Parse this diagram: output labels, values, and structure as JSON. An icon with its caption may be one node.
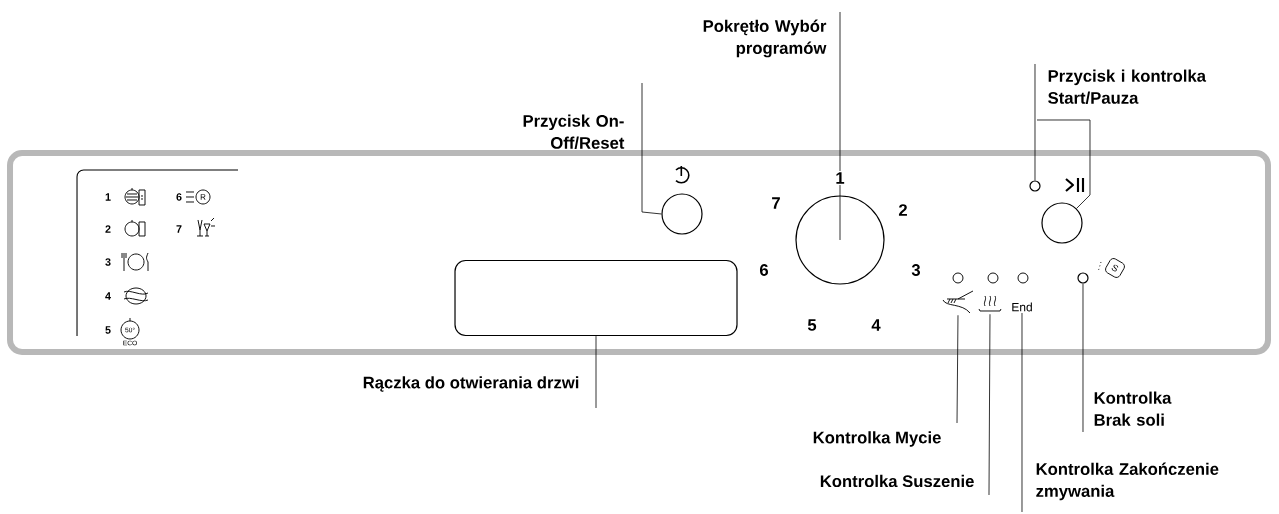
{
  "diagram": {
    "nodes": [
      {
        "text": [
          "Przycisk On-Off/Reset"
        ]
      },
      {
        "text": [],
        "shape": "circle"
      },
      {
        "text": [
          "Pokrętło Wybór programów"
        ]
      },
      {
        "text": [],
        "shape": "circle"
      },
      {
        "text": [
          "Przycisk i kontrolka Start/Pauza"
        ]
      },
      {
        "text": [],
        "shape": "circle"
      },
      {
        "text": [],
        "shape": "circle"
      },
      {
        "text": [
          "Rączka do otwierania drzwi"
        ]
      },
      {
        "text": [],
        "shape": "box"
      },
      {
        "text": [
          "Kontrolka Mycie"
        ]
      },
      {
        "text": [],
        "shape": "symbol"
      },
      {
        "text": [
          "Kontrolka Suszenie"
        ]
      },
      {
        "text": [],
        "shape": "symbol"
      },
      {
        "text": [
          "Kontrolka Zakończenie zmywania"
        ]
      },
      {
        "text": [
          "End"
        ]
      },
      {
        "text": [
          "Kontrolka Brak soli"
        ]
      },
      {
        "text": [],
        "shape": "circle"
      }
    ],
    "edges": [
      {
        "from": 0,
        "to": 1,
        "arrow": "none"
      },
      {
        "from": 2,
        "to": 3,
        "arrow": "none"
      },
      {
        "from": 4,
        "to": 5,
        "arrow": "none"
      },
      {
        "from": 4,
        "to": 6,
        "arrow": "none"
      },
      {
        "from": 7,
        "to": 8,
        "arrow": "none"
      },
      {
        "from": 9,
        "to": 10,
        "arrow": "none"
      },
      {
        "from": 11,
        "to": 12,
        "arrow": "none"
      },
      {
        "from": 13,
        "to": 14,
        "arrow": "none"
      },
      {
        "from": 15,
        "to": 16,
        "arrow": "none"
      }
    ],
    "labels": [
      "1",
      "6",
      "R",
      "2",
      "7",
      "3",
      "4",
      "5",
      "50°",
      "ECO",
      "1",
      "7",
      "2",
      "6",
      "3",
      "5",
      "4",
      "S"
    ]
  }
}
